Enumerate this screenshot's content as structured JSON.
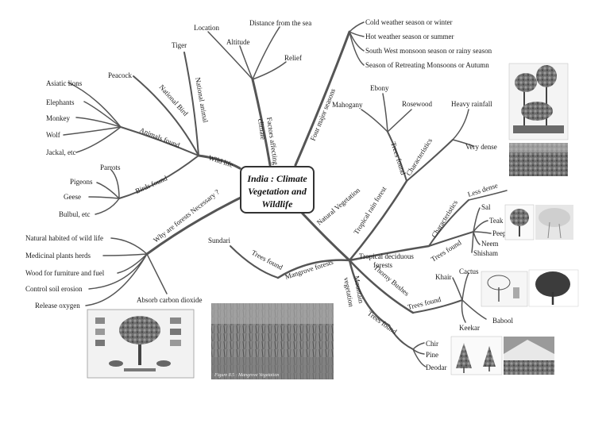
{
  "center": {
    "line1": "India : Climate",
    "line2": "Vegetation and",
    "line3": "Wildlife"
  },
  "factors": {
    "branch": "Factors affecting",
    "branch2": "climate",
    "leaves": [
      "Location",
      "Distance from the sea",
      "Altitude",
      "Relief"
    ]
  },
  "seasons": {
    "branch": "Four major seasons",
    "leaves": [
      "Cold weather season or winter",
      "Hot weather season or summer",
      "South West monsoon season or rainy season",
      "Season of Retreating Monsoons or Autumn"
    ]
  },
  "wildlife": {
    "branch": "Wild life",
    "national_animal": "National animal",
    "tiger": "Tiger",
    "national_bird": "National Bird",
    "peacock": "Peacock",
    "animals_found": "Animals found",
    "animals": [
      "Asiatic lions",
      "Elephants",
      "Monkey",
      "Wolf",
      "Jackal, etc"
    ],
    "birds_found": "Birds found",
    "birds": [
      "Parrots",
      "Pigeons",
      "Geese",
      "Bulbul, etc"
    ]
  },
  "forests": {
    "branch": "Why are forests Necessary ?",
    "leaves": [
      "Natural habited of wild life",
      "Medicinal plants herds",
      "Wood for furniture and fuel",
      "Control soil erosion",
      "Release oxygen",
      "Absorb carbon dioxide"
    ]
  },
  "vegetation": {
    "branch": "Natural Vegetation",
    "rain_forest": "Tropical rain forest",
    "rf_trees_found": "Trees found",
    "rf_trees": [
      "Mahogany",
      "Ebony",
      "Rosewood"
    ],
    "rf_characteristics": "Characteristics",
    "rf_chars": [
      "Heavy rainfall",
      "Very dense"
    ],
    "deciduous": "Tropical deciduous",
    "deciduous2": "forests",
    "dec_characteristics": "Characteristics",
    "dec_char": "Less dense",
    "dec_trees_found": "Trees found",
    "dec_trees": [
      "Sal",
      "Teak",
      "Peepal",
      "Neem",
      "Shisham"
    ],
    "mangrove": "Mangrove forests",
    "mg_trees_found": "Trees found",
    "mg_tree": "Sundari",
    "thorny": "Thorny Bushes",
    "th_trees_found": "Trees found",
    "th_trees": [
      "Khair",
      "Cactus",
      "Babool",
      "Keekar"
    ],
    "mountain": "Mountain",
    "mountain2": "vegetation",
    "mt_trees_found": "Trees found",
    "mt_trees": [
      "Chir",
      "Pine",
      "Deodar"
    ]
  },
  "figures": {
    "mangrove_caption": "Figure 8.5 : Mangrove Vegetation"
  }
}
